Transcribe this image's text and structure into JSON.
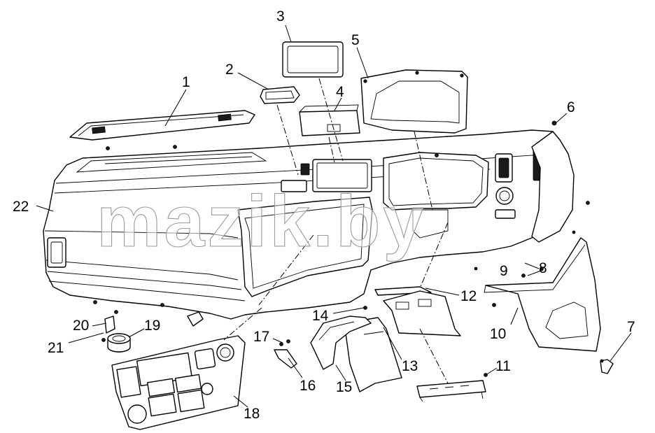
{
  "watermark": "mazik.by",
  "corner_mark": "",
  "callouts": [
    {
      "id": "c1",
      "label": "1"
    },
    {
      "id": "c2",
      "label": "2"
    },
    {
      "id": "c3",
      "label": "3"
    },
    {
      "id": "c4",
      "label": "4"
    },
    {
      "id": "c5",
      "label": "5"
    },
    {
      "id": "c6",
      "label": "6"
    },
    {
      "id": "c7",
      "label": "7"
    },
    {
      "id": "c8",
      "label": "8"
    },
    {
      "id": "c9",
      "label": "9"
    },
    {
      "id": "c10",
      "label": "10"
    },
    {
      "id": "c11",
      "label": "11"
    },
    {
      "id": "c12",
      "label": "12"
    },
    {
      "id": "c13",
      "label": "13"
    },
    {
      "id": "c14",
      "label": "14"
    },
    {
      "id": "c15",
      "label": "15"
    },
    {
      "id": "c16",
      "label": "16"
    },
    {
      "id": "c17",
      "label": "17"
    },
    {
      "id": "c18",
      "label": "18"
    },
    {
      "id": "c19",
      "label": "19"
    },
    {
      "id": "c20",
      "label": "20"
    },
    {
      "id": "c21",
      "label": "21"
    },
    {
      "id": "c22",
      "label": "22"
    }
  ]
}
